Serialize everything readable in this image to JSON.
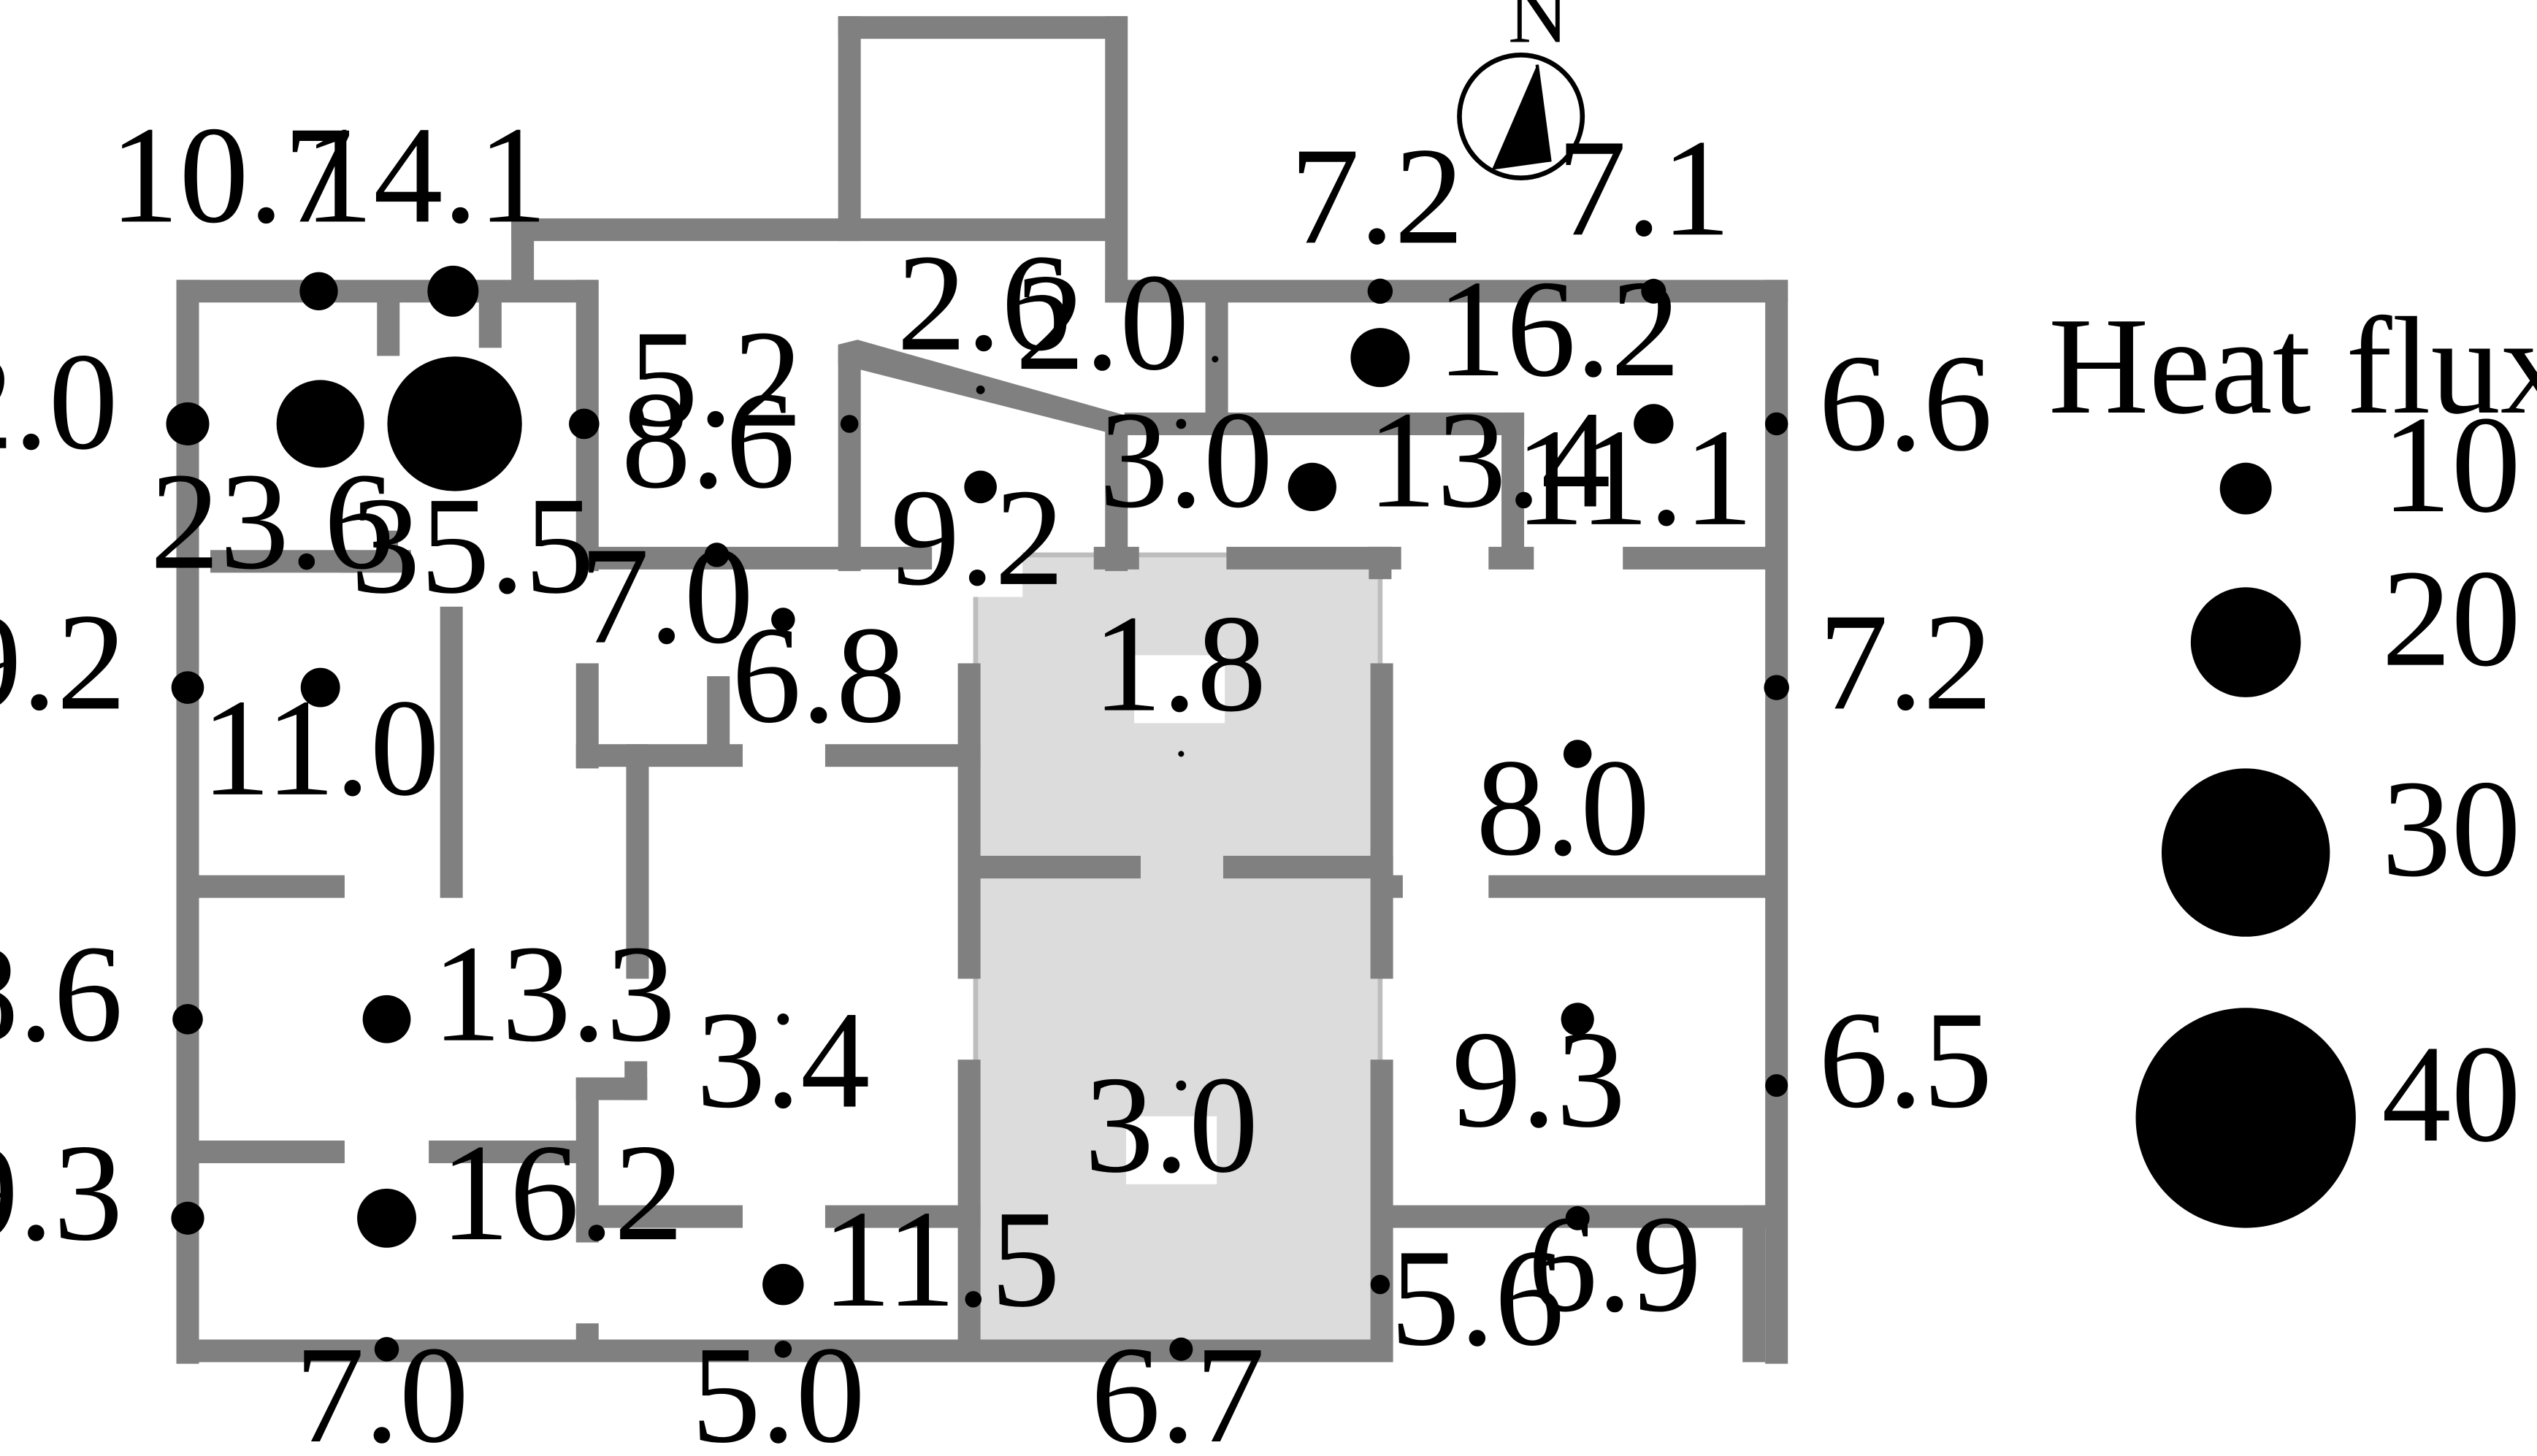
{
  "compass": {
    "label": "N"
  },
  "legend": {
    "title": "Heat flux [W/m",
    "title_sup": "2",
    "title_end": "]",
    "entries": [
      {
        "value": 10,
        "label": "10"
      },
      {
        "value": 20,
        "label": "20"
      },
      {
        "value": 30,
        "label": "30"
      },
      {
        "value": 40,
        "label": "40"
      }
    ]
  },
  "measurements": [
    {
      "label": "10.7",
      "value": 10.7
    },
    {
      "label": "14.1",
      "value": 14.1
    },
    {
      "label": "12.0",
      "value": 12.0
    },
    {
      "label": "23.6",
      "value": 23.6
    },
    {
      "label": "35.5",
      "value": 35.5
    },
    {
      "label": "8.6",
      "value": 8.6
    },
    {
      "label": "5.2",
      "value": 5.2
    },
    {
      "label": "2.6",
      "value": 2.6
    },
    {
      "label": "9.2",
      "value": 9.2
    },
    {
      "label": "2.0",
      "value": 2.0
    },
    {
      "label": "3.0",
      "value": 3.0
    },
    {
      "label": "16.2",
      "value": 16.2
    },
    {
      "label": "13.4",
      "value": 13.4
    },
    {
      "label": "7.2",
      "value": 7.2
    },
    {
      "label": "7.1",
      "value": 7.1
    },
    {
      "label": "11.1",
      "value": 11.1
    },
    {
      "label": "6.6",
      "value": 6.6
    },
    {
      "label": "7.0",
      "value": 7.0
    },
    {
      "label": "6.8",
      "value": 6.8
    },
    {
      "label": "9.2",
      "value": 9.2
    },
    {
      "label": "11.0",
      "value": 11.0
    },
    {
      "label": "1.8",
      "value": 1.8
    },
    {
      "label": "7.2",
      "value": 7.2
    },
    {
      "label": "8.0",
      "value": 8.0
    },
    {
      "label": "8.6",
      "value": 8.6
    },
    {
      "label": "13.3",
      "value": 13.3
    },
    {
      "label": "3.4",
      "value": 3.4
    },
    {
      "label": "3.0",
      "value": 3.0
    },
    {
      "label": "9.3",
      "value": 9.3
    },
    {
      "label": "6.5",
      "value": 6.5
    },
    {
      "label": "9.3",
      "value": 9.3
    },
    {
      "label": "16.2",
      "value": 16.2
    },
    {
      "label": "11.5",
      "value": 11.5
    },
    {
      "label": "5.6",
      "value": 5.6
    },
    {
      "label": "6.9",
      "value": 6.9
    },
    {
      "label": "7.0",
      "value": 7.0
    },
    {
      "label": "5.0",
      "value": 5.0
    },
    {
      "label": "6.7",
      "value": 6.7
    }
  ]
}
